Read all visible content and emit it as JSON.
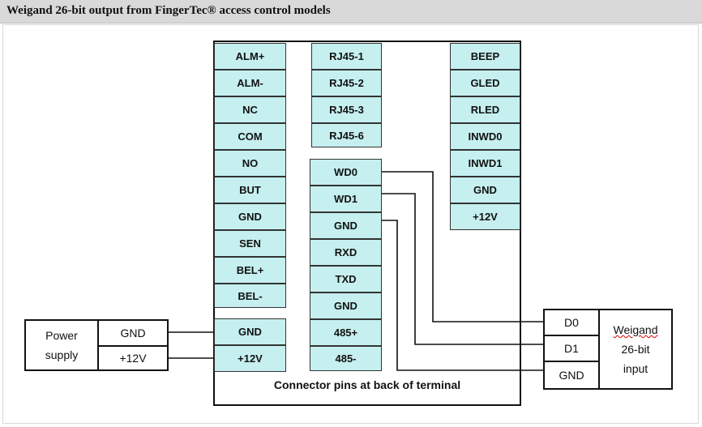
{
  "title": "Weigand 26-bit output from FingerTec® access control models",
  "left_column": [
    "ALM+",
    "ALM-",
    "NC",
    "COM",
    "NO",
    "BUT",
    "GND",
    "SEN",
    "BEL+",
    "BEL-"
  ],
  "power_column": [
    "GND",
    "+12V"
  ],
  "rj45_column": [
    "RJ45-1",
    "RJ45-2",
    "RJ45-3",
    "RJ45-6"
  ],
  "wiegand_column": [
    "WD0",
    "WD1",
    "GND",
    "RXD",
    "TXD",
    "GND",
    "485+",
    "485-"
  ],
  "right_column": [
    "BEEP",
    "GLED",
    "RLED",
    "INWD0",
    "INWD1",
    "GND",
    "+12V"
  ],
  "connector_label": "Connector pins at back of terminal",
  "power_supply": {
    "label_line1": "Power",
    "label_line2": "supply",
    "pins": [
      "GND",
      "+12V"
    ]
  },
  "weigand_input": {
    "pins": [
      "D0",
      "D1",
      "GND"
    ],
    "label_line1": "Weigand",
    "label_line2": "26-bit",
    "label_line3": "input"
  },
  "colors": {
    "terminal_fill": "#c6efef",
    "line": "#111111",
    "title_bar": "#d9d9d9"
  }
}
